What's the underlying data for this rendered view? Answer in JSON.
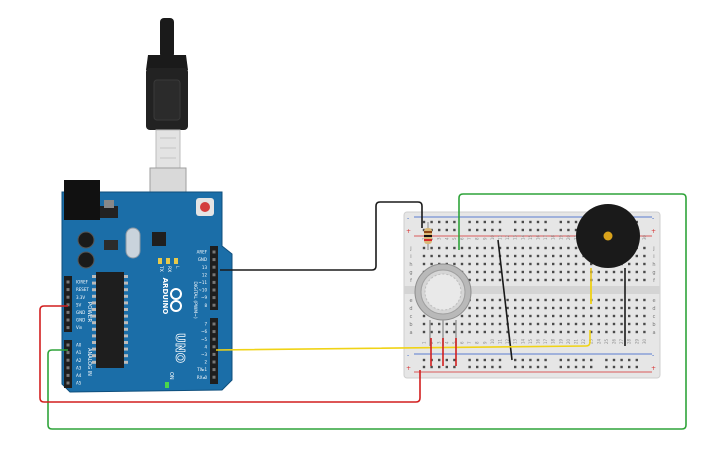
{
  "colors": {
    "board": "#1b6ea8",
    "board_dark": "#0f4f7d",
    "header": "#1e1e1e",
    "usb_black": "#1a1a1a",
    "usb_metal": "#d7d7d7",
    "breadboard": "#e7e7e7",
    "rail_red": "#d62d2d",
    "rail_blue": "#2a58c8",
    "wire_red": "#d21f1f",
    "wire_green": "#2fa43a",
    "wire_black": "#1a1a1a",
    "wire_yellow": "#f0d316",
    "buzzer": "#1a1a1a",
    "buzzer_center": "#d9a21b",
    "sensor": "#c9c9c9"
  },
  "arduino": {
    "brand": "ARDUINO",
    "model": "UNO",
    "on_label": "ON",
    "tx_label": "TX",
    "rx_label": "RX",
    "l_label": "L",
    "power_section": "POWER",
    "analog_section": "ANALOG IN",
    "digital_section": "DIGITAL (PWM~)",
    "power_pins": [
      "IOREF",
      "RESET",
      "3.3V",
      "5V",
      "GND",
      "GND",
      "Vin"
    ],
    "analog_pins": [
      "A0",
      "A1",
      "A2",
      "A3",
      "A4",
      "A5"
    ],
    "digital_top_pins": [
      "AREF",
      "GND",
      "13",
      "12",
      "~11",
      "~10",
      "~9",
      "8"
    ],
    "digital_bottom_pins": [
      "7",
      "~6",
      "~5",
      "4",
      "~3",
      "2",
      "TX▸1",
      "RX◂0"
    ]
  },
  "breadboard": {
    "row_letters_left": [
      "j",
      "i",
      "h",
      "g",
      "f",
      "e",
      "d",
      "c",
      "b",
      "a"
    ],
    "row_letters_right": [
      "j",
      "i",
      "h",
      "g",
      "f",
      "e",
      "d",
      "c",
      "b",
      "a"
    ],
    "column_numbers": [
      "1",
      "2",
      "3",
      "4",
      "5",
      "6",
      "7",
      "8",
      "9",
      "10",
      "11",
      "12",
      "13",
      "14",
      "15",
      "16",
      "17",
      "18",
      "19",
      "20",
      "21",
      "22",
      "23",
      "24",
      "25",
      "26",
      "27",
      "28",
      "29",
      "30"
    ],
    "rail_plus": "+",
    "rail_minus": "-"
  }
}
